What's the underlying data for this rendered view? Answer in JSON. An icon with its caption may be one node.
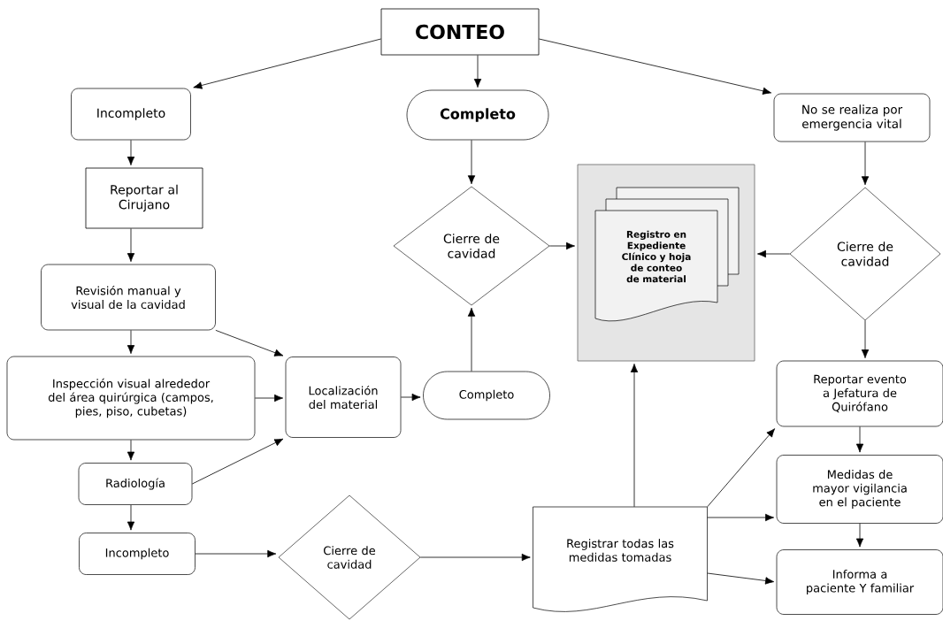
{
  "diagram": {
    "nodes": [
      {
        "text": [
          "CONTEO"
        ]
      },
      {
        "text": [
          "Incompleto"
        ]
      },
      {
        "text": [
          "Completo"
        ]
      },
      {
        "text": [
          "No se realiza por emergencia vital"
        ]
      },
      {
        "text": [
          "Reportar al Cirujano"
        ]
      },
      {
        "text": [
          "Cierre de cavidad"
        ]
      },
      {
        "text": [],
        "shape": "box"
      },
      {
        "text": [
          "Registro en Expediente Clínico y hoja de conteo de material"
        ],
        "in": 6
      },
      {
        "text": [
          "Cierre de cavidad"
        ]
      },
      {
        "text": [
          "Revisión manual y visual de la cavidad"
        ]
      },
      {
        "text": [
          "Inspección visual alrededor del área quirúrgica (campos, pies, piso, cubetas)"
        ]
      },
      {
        "text": [
          "Localización del material"
        ]
      },
      {
        "text": [
          "Completo"
        ]
      },
      {
        "text": [
          "Reportar evento a Jefatura de Quirófano"
        ]
      },
      {
        "text": [
          "Radiología"
        ]
      },
      {
        "text": [
          "Medidas de mayor vigilancia en el paciente"
        ]
      },
      {
        "text": [
          "Incompleto"
        ]
      },
      {
        "text": [
          "Cierre de cavidad"
        ]
      },
      {
        "text": [
          "Registrar todas las medidas tomadas"
        ]
      },
      {
        "text": [
          "Informa a paciente Y familiar"
        ]
      }
    ],
    "edges": [
      {
        "from": 0,
        "to": 1,
        "arrow": "to"
      },
      {
        "from": 0,
        "to": 2,
        "arrow": "to"
      },
      {
        "from": 0,
        "to": 3,
        "arrow": "to"
      },
      {
        "from": 1,
        "to": 4,
        "arrow": "to"
      },
      {
        "from": 4,
        "to": 9,
        "arrow": "to"
      },
      {
        "from": 9,
        "to": 10,
        "arrow": "to"
      },
      {
        "from": 10,
        "to": 14,
        "arrow": "to"
      },
      {
        "from": 14,
        "to": 16,
        "arrow": "to"
      },
      {
        "from": 9,
        "to": 11,
        "arrow": "to"
      },
      {
        "from": 10,
        "to": 11,
        "arrow": "to"
      },
      {
        "from": 14,
        "to": 11,
        "arrow": "to"
      },
      {
        "from": 11,
        "to": 12,
        "arrow": "to"
      },
      {
        "from": 12,
        "to": 5,
        "arrow": "to"
      },
      {
        "from": 2,
        "to": 5,
        "arrow": "to"
      },
      {
        "from": 5,
        "to": 6,
        "arrow": "to"
      },
      {
        "from": 3,
        "to": 8,
        "arrow": "to"
      },
      {
        "from": 8,
        "to": 6,
        "arrow": "to"
      },
      {
        "from": 8,
        "to": 13,
        "arrow": "to"
      },
      {
        "from": 13,
        "to": 15,
        "arrow": "to"
      },
      {
        "from": 15,
        "to": 19,
        "arrow": "to"
      },
      {
        "from": 16,
        "to": 17,
        "arrow": "to"
      },
      {
        "from": 17,
        "to": 18,
        "arrow": "to"
      },
      {
        "from": 18,
        "to": 6,
        "arrow": "to"
      },
      {
        "from": 18,
        "to": 13,
        "arrow": "to"
      },
      {
        "from": 18,
        "to": 15,
        "arrow": "to"
      },
      {
        "from": 18,
        "to": 19,
        "arrow": "to"
      }
    ]
  }
}
